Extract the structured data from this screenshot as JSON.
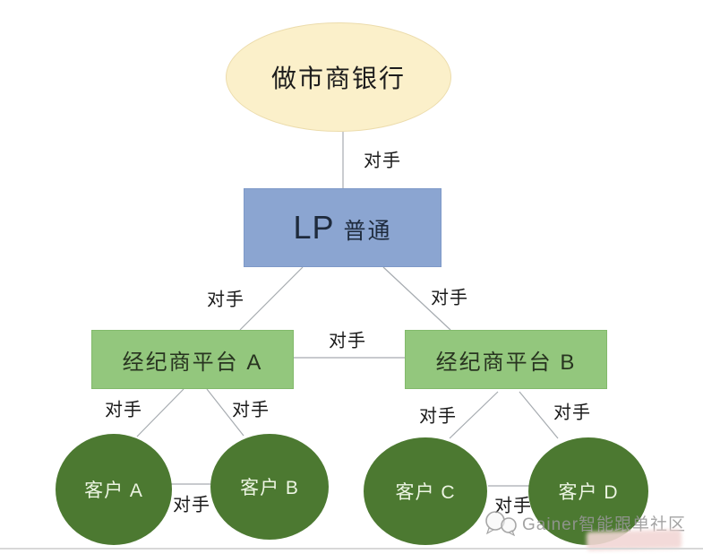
{
  "colors": {
    "ellipse-fill": "#FBF0CA",
    "ellipse-border": "#ECDCAC",
    "lp-fill": "#8BA5D1",
    "green-fill": "#93C77D",
    "green-border": "#82BA6B",
    "circle-fill": "#4C7931",
    "line": "#A6ABB0",
    "label-text": "#1B1B1B",
    "watermark": "#979797",
    "pink": "#F2D7D5",
    "divider": "#D8D8D8"
  },
  "diagram": {
    "nodes": {
      "bank": "做市商银行",
      "lp_latin": "LP",
      "lp_cjk": "普通",
      "broker_a": "经纪商平台 A",
      "broker_b": "经纪商平台 B",
      "client_a": "客户 A",
      "client_b": "客户 B",
      "client_c": "客户 C",
      "client_d": "客户 D"
    },
    "edge_label": "对手"
  },
  "watermark": {
    "brand": "Gainer智能跟单社区"
  }
}
